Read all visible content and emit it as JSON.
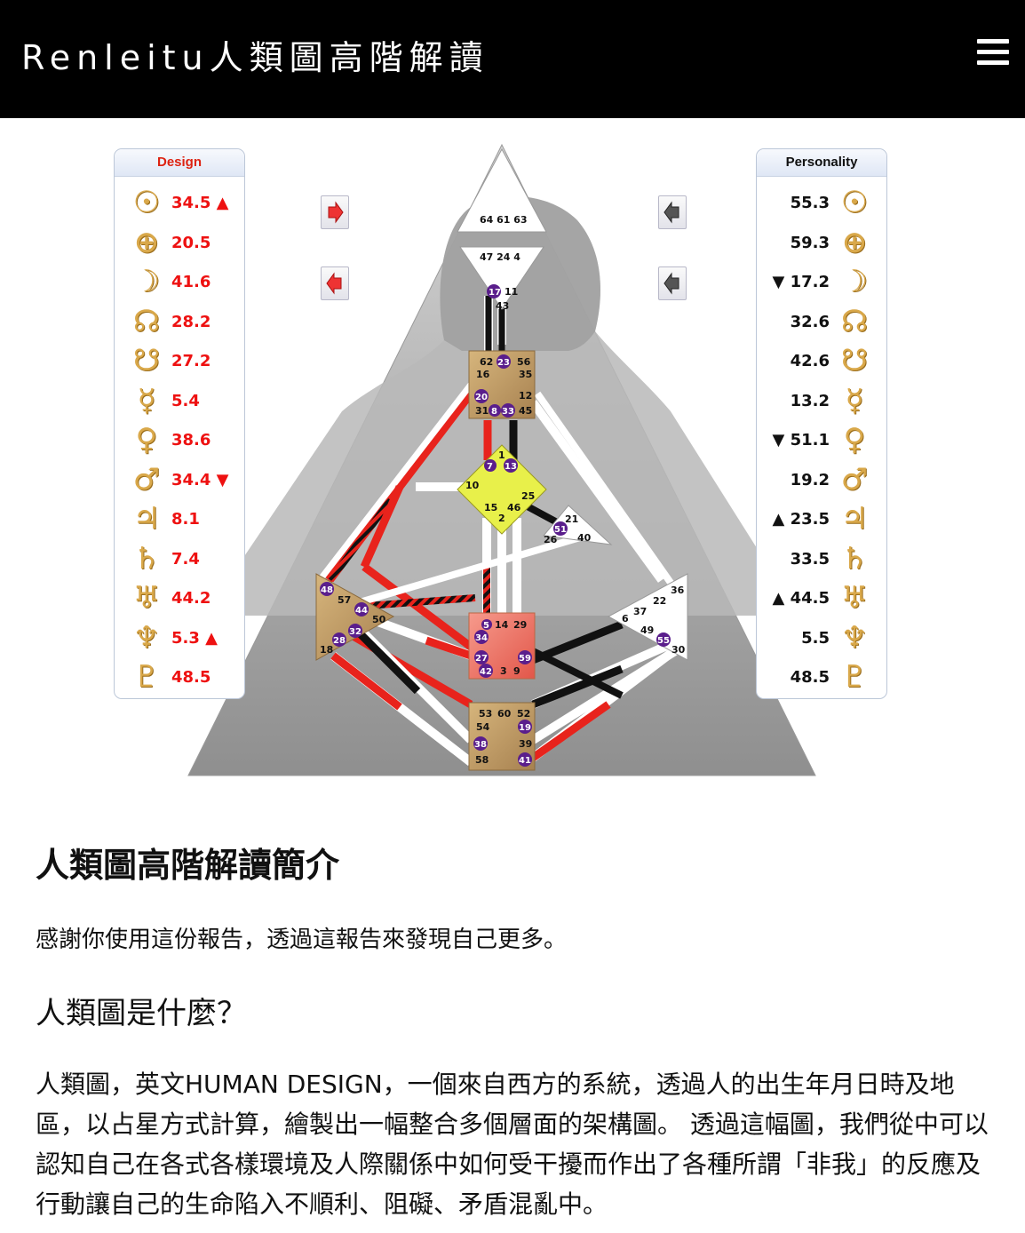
{
  "header": {
    "title": "Renleitu人類圖高階解讀"
  },
  "design_panel": {
    "heading": "Design",
    "rows": [
      {
        "icon": "sun-icon",
        "glyph": "☉",
        "value": "34.5 ▲"
      },
      {
        "icon": "earth-icon",
        "glyph": "⊕",
        "value": "20.5"
      },
      {
        "icon": "moon-icon",
        "glyph": "☽",
        "value": "41.6"
      },
      {
        "icon": "north-node-icon",
        "glyph": "☊",
        "value": "28.2"
      },
      {
        "icon": "south-node-icon",
        "glyph": "☋",
        "value": "27.2"
      },
      {
        "icon": "mercury-icon",
        "glyph": "☿",
        "value": "5.4"
      },
      {
        "icon": "venus-icon",
        "glyph": "♀",
        "value": "38.6"
      },
      {
        "icon": "mars-icon",
        "glyph": "♂",
        "value": "34.4 ▼"
      },
      {
        "icon": "jupiter-icon",
        "glyph": "♃",
        "value": "8.1"
      },
      {
        "icon": "saturn-icon",
        "glyph": "♄",
        "value": "7.4"
      },
      {
        "icon": "uranus-icon",
        "glyph": "♅",
        "value": "44.2"
      },
      {
        "icon": "neptune-icon",
        "glyph": "♆",
        "value": "5.3 ▲"
      },
      {
        "icon": "pluto-icon",
        "glyph": "♇",
        "value": "48.5"
      }
    ]
  },
  "personality_panel": {
    "heading": "Personality",
    "rows": [
      {
        "icon": "sun-icon",
        "glyph": "☉",
        "value": "55.3"
      },
      {
        "icon": "earth-icon",
        "glyph": "⊕",
        "value": "59.3"
      },
      {
        "icon": "moon-icon",
        "glyph": "☽",
        "value": "▼ 17.2"
      },
      {
        "icon": "north-node-icon",
        "glyph": "☊",
        "value": "32.6"
      },
      {
        "icon": "south-node-icon",
        "glyph": "☋",
        "value": "42.6"
      },
      {
        "icon": "mercury-icon",
        "glyph": "☿",
        "value": "13.2"
      },
      {
        "icon": "venus-icon",
        "glyph": "♀",
        "value": "▼ 51.1"
      },
      {
        "icon": "mars-icon",
        "glyph": "♂",
        "value": "19.2"
      },
      {
        "icon": "jupiter-icon",
        "glyph": "♃",
        "value": "▲ 23.5"
      },
      {
        "icon": "saturn-icon",
        "glyph": "♄",
        "value": "33.5"
      },
      {
        "icon": "uranus-icon",
        "glyph": "♅",
        "value": "▲ 44.5"
      },
      {
        "icon": "neptune-icon",
        "glyph": "♆",
        "value": "5.5"
      },
      {
        "icon": "pluto-icon",
        "glyph": "♇",
        "value": "48.5"
      }
    ]
  },
  "bodygraph": {
    "head_gates": "64 61 63",
    "ajna_gates_top": "47 24 4",
    "ajna_gates": [
      "17",
      "11",
      "43"
    ],
    "throat_gates": [
      "62",
      "23",
      "56",
      "16",
      "35",
      "20",
      "12",
      "31",
      "8",
      "33",
      "45"
    ],
    "g_gates": [
      "1",
      "7",
      "13",
      "10",
      "25",
      "15",
      "46",
      "2"
    ],
    "ego_gates": [
      "21",
      "51",
      "26",
      "40"
    ],
    "spleen_gates": [
      "48",
      "57",
      "44",
      "50",
      "32",
      "28",
      "18"
    ],
    "sacral_gates": [
      "5",
      "14",
      "29",
      "34",
      "27",
      "59",
      "42",
      "3",
      "9"
    ],
    "solar_gates": [
      "36",
      "22",
      "6",
      "37",
      "49",
      "55",
      "30"
    ],
    "root_gates": [
      "53",
      "60",
      "52",
      "54",
      "19",
      "38",
      "39",
      "58",
      "41"
    ],
    "colors": {
      "design": "#e8231c",
      "personality": "#111111",
      "defined_gold": "#c8a468",
      "defined_red": "#f07060",
      "defined_yellow": "#eaf24a",
      "gate_badge": "#5a1e8c"
    }
  },
  "content": {
    "heading": "人類圖高階解讀簡介",
    "intro": "感謝你使用這份報告，透過這報告來發現自己更多。",
    "subheading": "人類圖是什麼？",
    "paragraph": "人類圖，英文HUMAN DESIGN，一個來自西方的系統，透過人的出生年月日時及地區，以占星方式計算，繪製出一幅整合多個層面的架構圖。 透過這幅圖，我們從中可以認知自己在各式各樣環境及人際關係中如何受干擾而作出了各種所謂「非我」的反應及行動讓自己的生命陷入不順利、阻礙、矛盾混亂中。"
  }
}
